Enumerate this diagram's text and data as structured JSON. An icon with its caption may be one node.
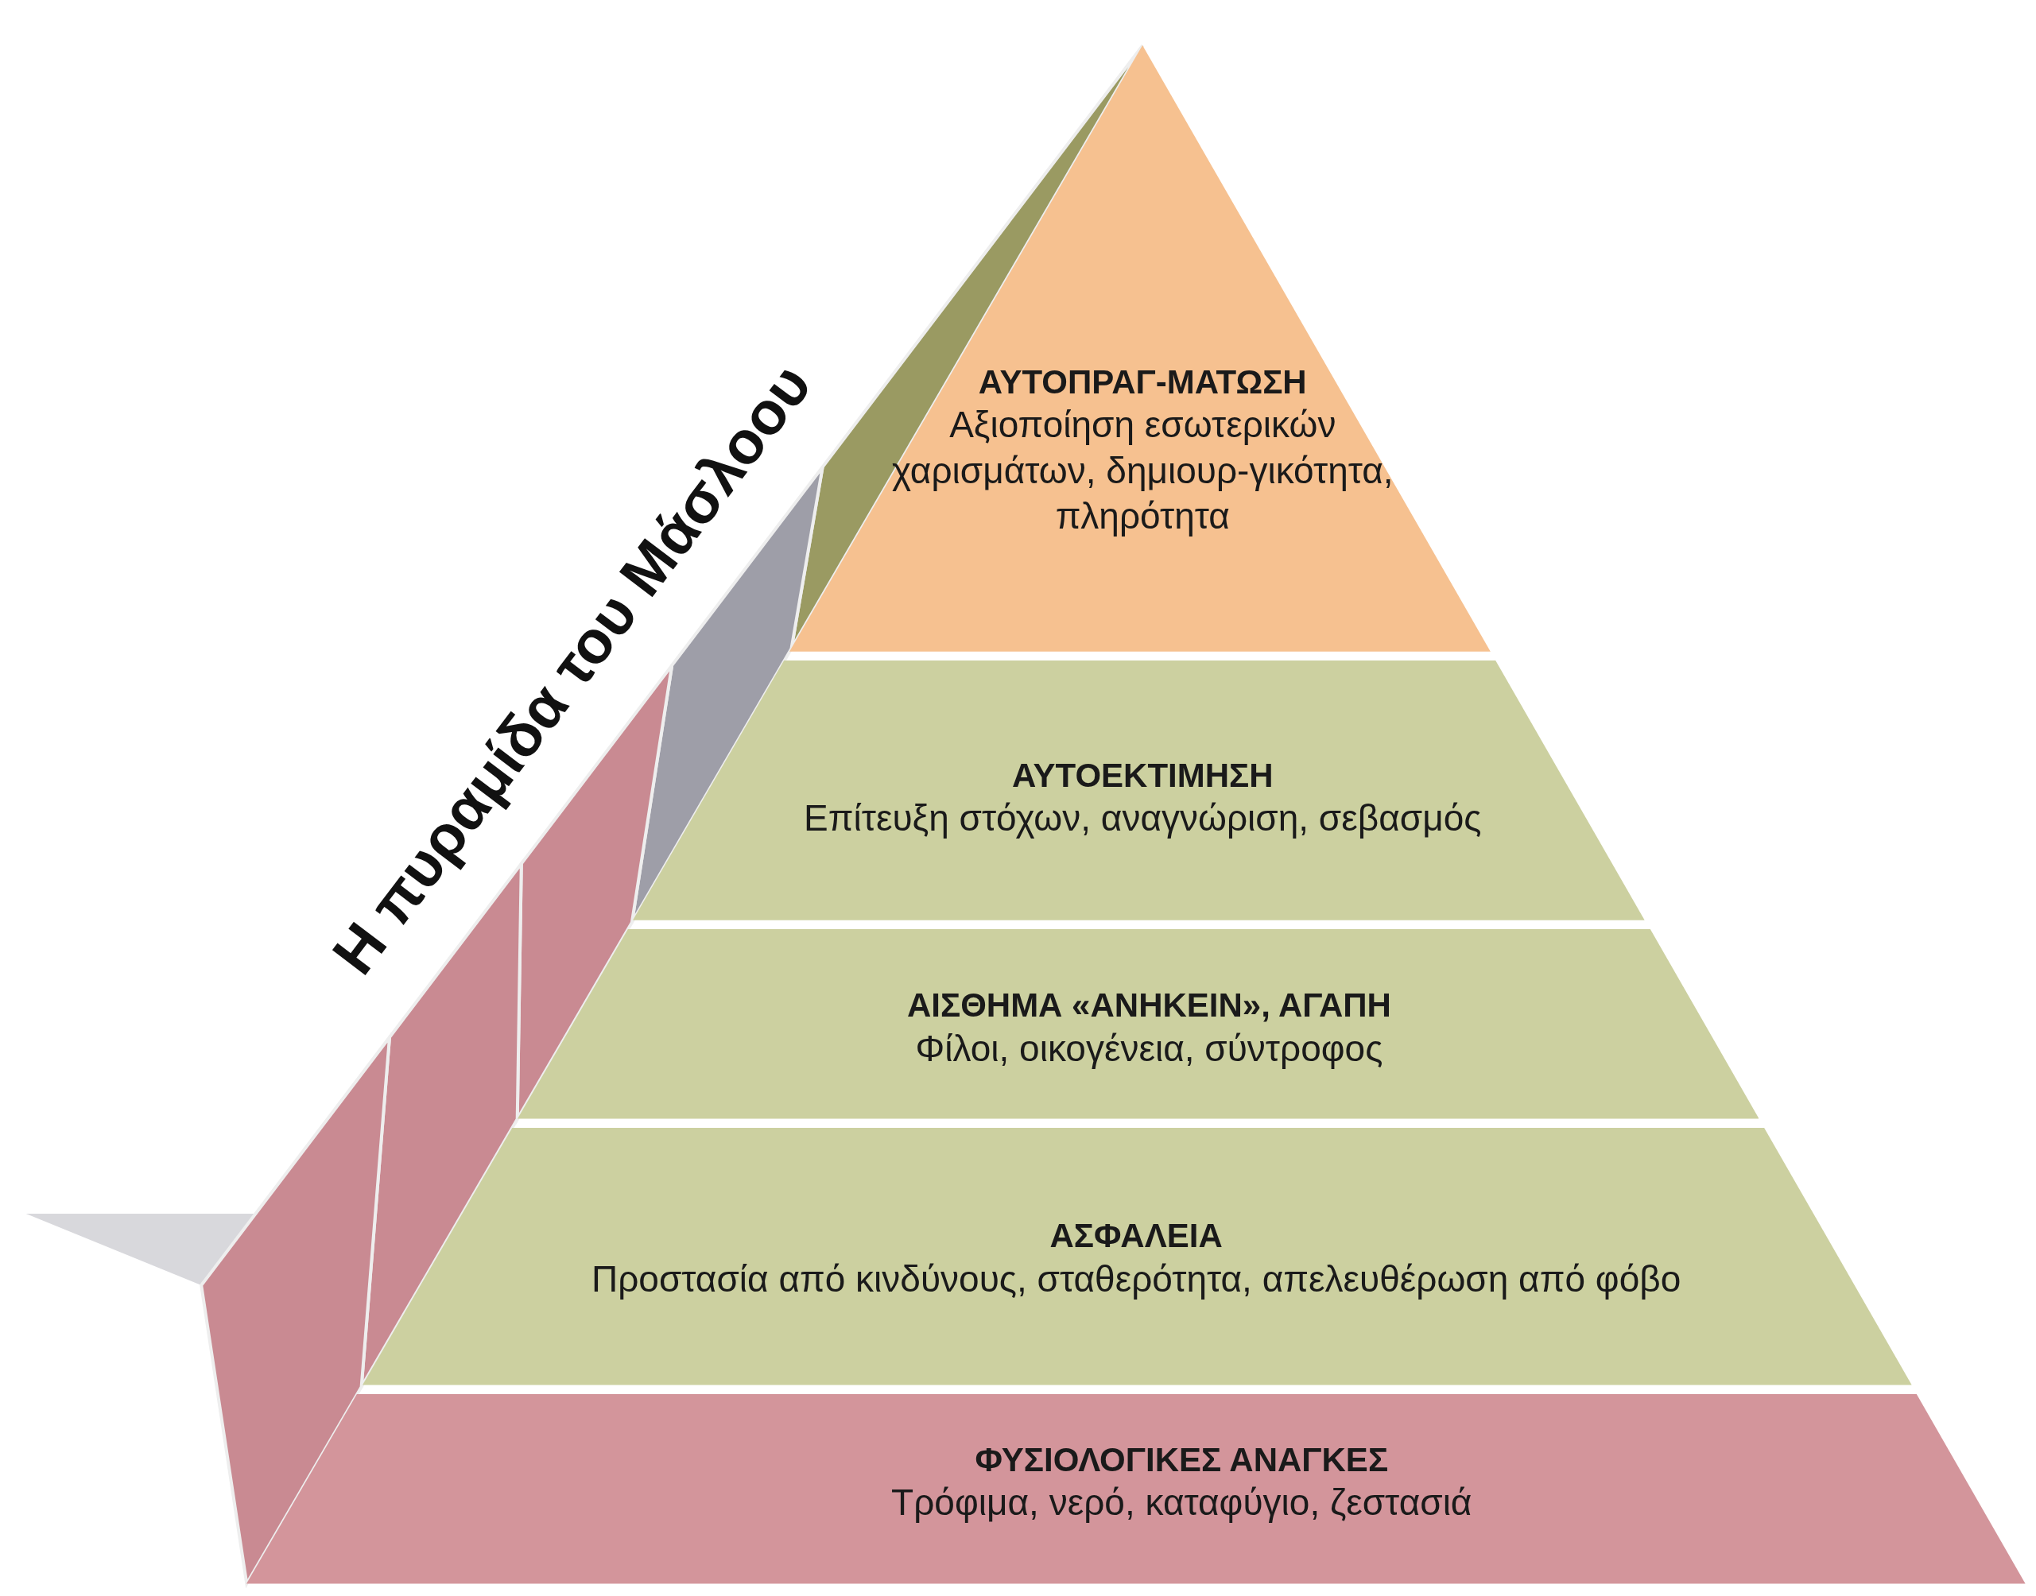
{
  "diagram": {
    "title": "Η πυραμίδα του Μάσλοου",
    "nodes": [
      {
        "text": [
          "ΑΥΤΟΠΡΑΓ-ΜΑΤΩΣΗ",
          "Αξιοποίηση εσωτερικών χαρισμάτων, δημιουρ-γικότητα, πληρότητα"
        ]
      },
      {
        "text": [
          "ΑΥΤΟΕΚΤΙΜΗΣΗ",
          "Επίτευξη στόχων, αναγνώριση, σεβασμός"
        ]
      },
      {
        "text": [
          "ΑΙΣΘΗΜΑ «ΑΝΗΚΕΙΝ», ΑΓΑΠΗ",
          "Φίλοι, οικογένεια, σύντροφος"
        ]
      },
      {
        "text": [
          "ΑΣΦΑΛΕΙΑ",
          "Προστασία από κινδύνους, σταθερότητα, απελευθέρωση από φόβο"
        ]
      },
      {
        "text": [
          "ΦΥΣΙΟΛΟΓΙΚΕΣ ΑΝΑΓΚΕΣ",
          "Τρόφιμα, νερό, καταφύγιο, ζεστασιά"
        ]
      }
    ]
  }
}
